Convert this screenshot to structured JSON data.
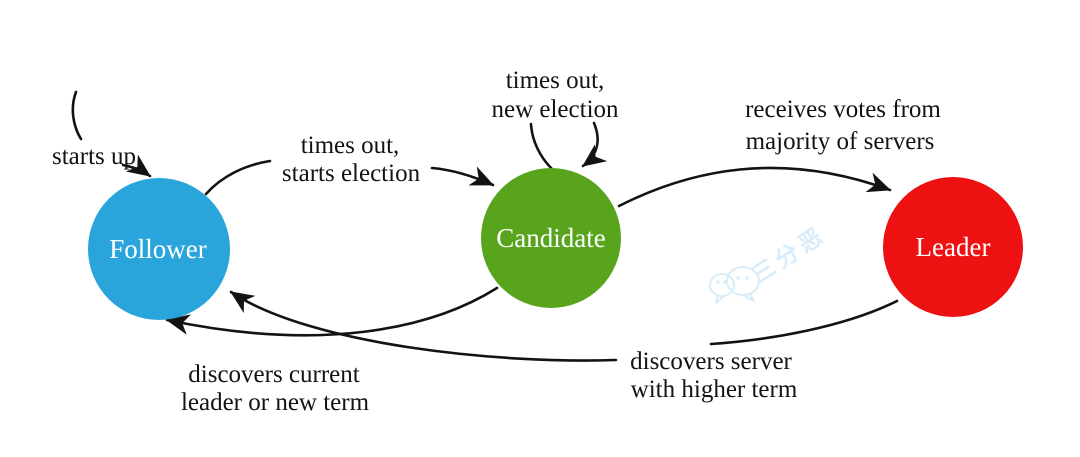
{
  "colors": {
    "ink": "#131313",
    "follower": "#2aa5dc",
    "candidate": "#58a41d",
    "leader": "#ee1111",
    "watermark": "#d9ecfa"
  },
  "states": {
    "follower": {
      "label": "Follower",
      "color": "#2aa5dc"
    },
    "candidate": {
      "label": "Candidate",
      "color": "#58a41d"
    },
    "leader": {
      "label": "Leader",
      "color": "#ee1111"
    }
  },
  "transitions": {
    "starts_up": {
      "label": "starts up"
    },
    "times_out_starts_election": {
      "line1": "times out,",
      "line2": "starts election"
    },
    "times_out_new_election": {
      "line1": "times out,",
      "line2": "new election"
    },
    "receives_votes": {
      "line1": "receives votes from",
      "line2": "majority of servers"
    },
    "discovers_current": {
      "line1": "discovers current",
      "line2": "leader or new term"
    },
    "discovers_server": {
      "line1": "discovers server",
      "line2": "with higher term"
    }
  },
  "watermark": {
    "text": "三分恶",
    "icon": "wechat-icon"
  }
}
